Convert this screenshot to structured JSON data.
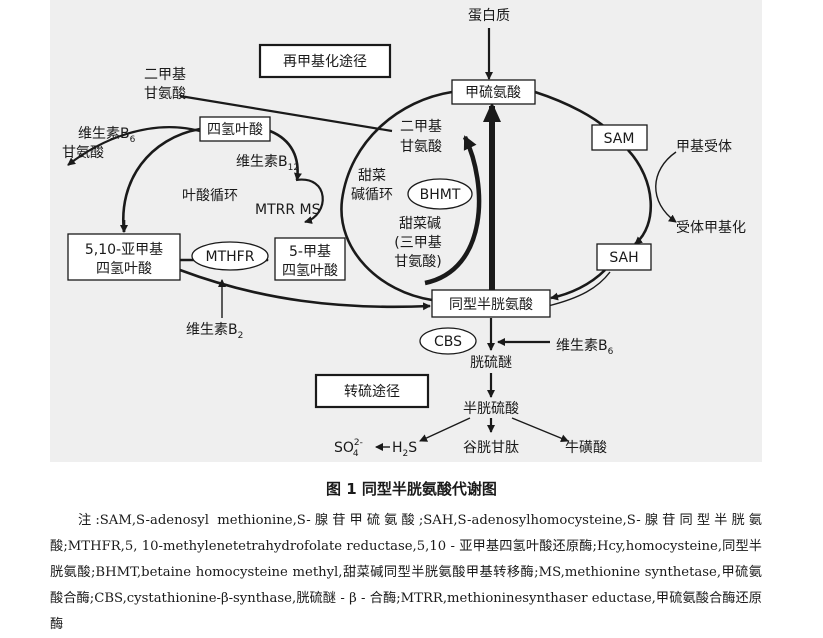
{
  "figure": {
    "labels": {
      "protein": "蛋白质",
      "remethylation_pathway": "再甲基化途径",
      "methionine": "甲硫氨酸",
      "sam": "SAM",
      "methyl_acceptor": "甲基受体",
      "acceptor_methylation": "受体甲基化",
      "sah": "SAH",
      "homocysteine": "同型半胱氨酸",
      "cbs": "CBS",
      "vitamin_b6_cbs": "维生素B",
      "b6_sub_right": "6",
      "cystathionine": "胱硫醚",
      "transsulfuration_pathway": "转硫途径",
      "cysteine": "半胱硫酸",
      "sulfate": "SO",
      "sulfate_sub": "4",
      "sulfate_sup": "2-",
      "h2s": "H",
      "h2s_sub": "2",
      "h2s_tail": "S",
      "glutathione": "谷胱甘肽",
      "taurine": "牛磺酸",
      "dmg_left_line1": "二甲基",
      "dmg_left_line2": "甘氨酸",
      "vitamin_b6_left": "维生素B",
      "b6_sub_left": "6",
      "glycine": "甘氨酸",
      "thf": "四氢叶酸",
      "vitamin_b12": "维生素B",
      "b12_sub": "12",
      "folate_cycle": "叶酸循环",
      "mtrr_ms": "MTRR MS",
      "methylene_thf_line1": "5,10-亚甲基",
      "methylene_thf_line2": "四氢叶酸",
      "mthfr": "MTHFR",
      "methyl_thf_line1": "5-甲基",
      "methyl_thf_line2": "四氢叶酸",
      "vitamin_b2": "维生素B",
      "b2_sub": "2",
      "dmg_inner_line1": "二甲基",
      "dmg_inner_line2": "甘氨酸",
      "betaine_cycle_line1": "甜菜",
      "betaine_cycle_line2": "碱循环",
      "bhmt": "BHMT",
      "betaine_line1": "甜菜碱",
      "betaine_line2": "(三甲基",
      "betaine_line3": "甘氨酸)"
    }
  },
  "caption": "图 1  同型半胱氨酸代谢图",
  "note": "注:SAM,S-adenosyl methionine,S-腺苷甲硫氨酸;SAH,S-adenosylhomocysteine,S-腺苷同型半胱氨酸;MTHFR,5, 10-methylenetetrahydrofolate reductase,5,10 - 亚甲基四氢叶酸还原酶;Hcy,homocysteine,同型半胱氨酸;BHMT,betaine homocysteine methyl,甜菜碱同型半胱氨酸甲基转移酶;MS,methionine synthetase,甲硫氨酸合酶;CBS,cystathionine-β-synthase,胱硫醚 - β - 合酶;MTRR,methioninesynthaser eductase,甲硫氨酸合酶还原酶"
}
